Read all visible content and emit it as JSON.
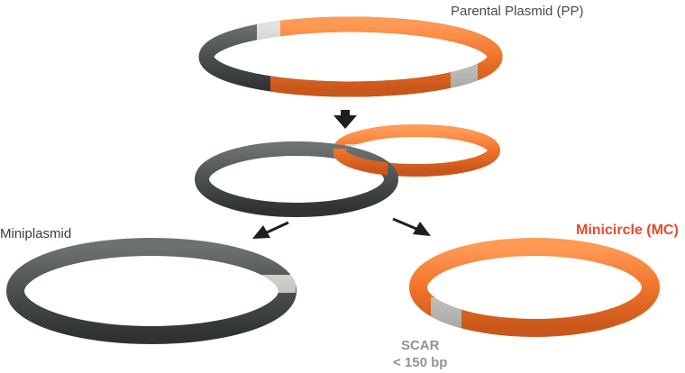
{
  "labels": {
    "parental": "Parental Plasmid (PP)",
    "miniplasmid": "Miniplasmid",
    "minicircle": "Minicircle (MC)",
    "scar_line1": "SCAR",
    "scar_line2": "< 150 bp"
  },
  "colors": {
    "dark_ring": "#4d5250",
    "orange_ring": "#f0742a",
    "scar_segment": "#cfd0cc",
    "minicircle_text": "#e8492a",
    "arrow": "#1e1e1e"
  },
  "icons": [
    "down-arrow-icon",
    "down-left-arrow-icon",
    "down-right-arrow-icon"
  ]
}
